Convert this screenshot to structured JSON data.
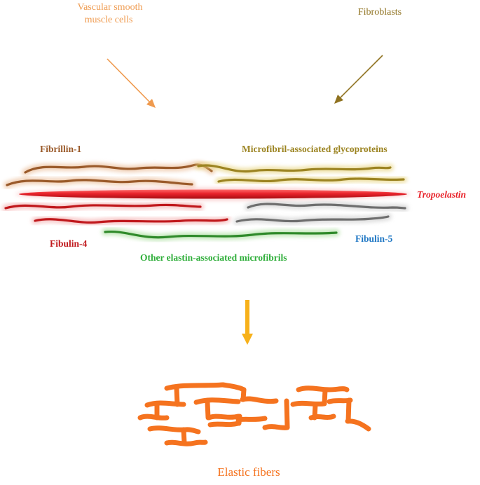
{
  "labels": {
    "source_vsmc_line1": "Vascular smooth",
    "source_vsmc_line2": "muscle cells",
    "source_fibroblasts": "Fibroblasts",
    "fibrillin": "Fibrillin-1",
    "mags": "Microfibril-associated glycoproteins",
    "tropoelastin": "Tropoelastin",
    "fibulin4": "Fibulin-4",
    "fibulin5": "Fibulin-5",
    "other": "Other elastin-associated microfibrils",
    "elastic_fibers": "Elastic fibers"
  },
  "colors": {
    "vsmc": "#ef9a4e",
    "fibroblasts": "#8f7220",
    "fibrillin": "#9a5a2a",
    "mags": "#9c8422",
    "tropoelastin": "#e8222a",
    "fibulin4": "#c0181c",
    "fibulin5": "#1f77c4",
    "fibulin5_strand": "#6e6e6e",
    "other": "#2f8a2a",
    "other_label": "#2fae3a",
    "down_arrow": "#f7b11a",
    "elastic": "#f5731f"
  }
}
